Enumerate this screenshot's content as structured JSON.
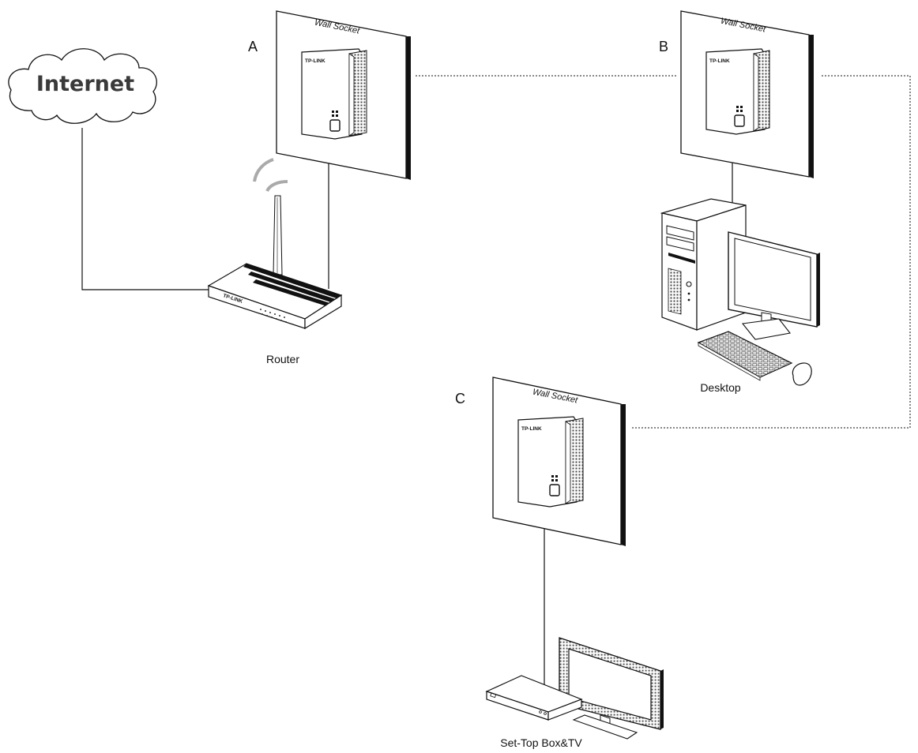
{
  "internet": {
    "label": "Internet"
  },
  "router": {
    "label": "Router",
    "brand": "TP-LINK"
  },
  "sockets": [
    {
      "letter": "A",
      "label": "Wall Socket",
      "brand": "TP-LINK"
    },
    {
      "letter": "B",
      "label": "Wall Socket",
      "brand": "TP-LINK"
    },
    {
      "letter": "C",
      "label": "Wall Socket",
      "brand": "TP-LINK"
    }
  ],
  "desktop": {
    "label": "Desktop"
  },
  "settop": {
    "label": "Set-Top Box&TV"
  }
}
